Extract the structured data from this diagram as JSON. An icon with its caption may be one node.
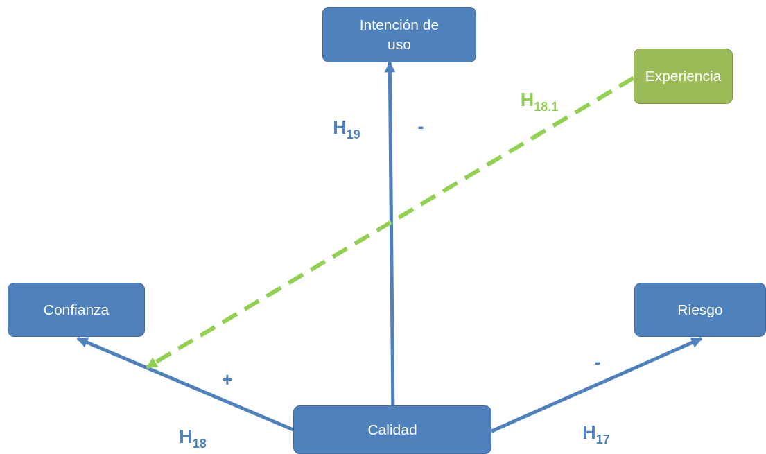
{
  "diagram": {
    "nodes": [
      {
        "text": [
          "Intención de uso"
        ]
      },
      {
        "text": [
          "Experiencia"
        ]
      },
      {
        "text": [
          "Confianza"
        ]
      },
      {
        "text": [
          "Riesgo"
        ]
      },
      {
        "text": [
          "Calidad"
        ]
      }
    ],
    "edges": [
      {
        "from": 4,
        "to": 0,
        "arrow": "to",
        "label": "H$_{19}$"
      },
      {
        "from": 4,
        "to": 2,
        "arrow": "to",
        "label": "H$_{18}$"
      },
      {
        "from": 4,
        "to": 3,
        "arrow": "to",
        "label": "H$_{17}$"
      },
      {
        "from": 1,
        "to": null,
        "arrow": "to",
        "label": "H$_{18.1}$",
        "style": "dashed",
        "color": "#92d050"
      }
    ],
    "labels": [
      "-",
      "+",
      "-"
    ]
  }
}
